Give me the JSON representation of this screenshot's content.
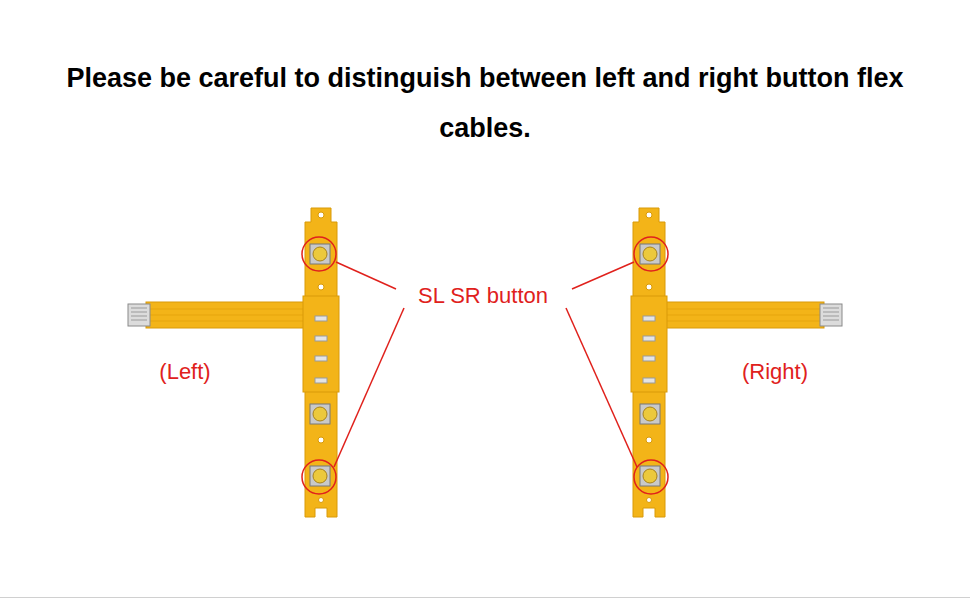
{
  "diagram": {
    "title": "Please be careful to distinguish between left and right button flex cables.",
    "labels": [
      "SL SR button",
      "(Left)",
      "(Right)"
    ]
  }
}
